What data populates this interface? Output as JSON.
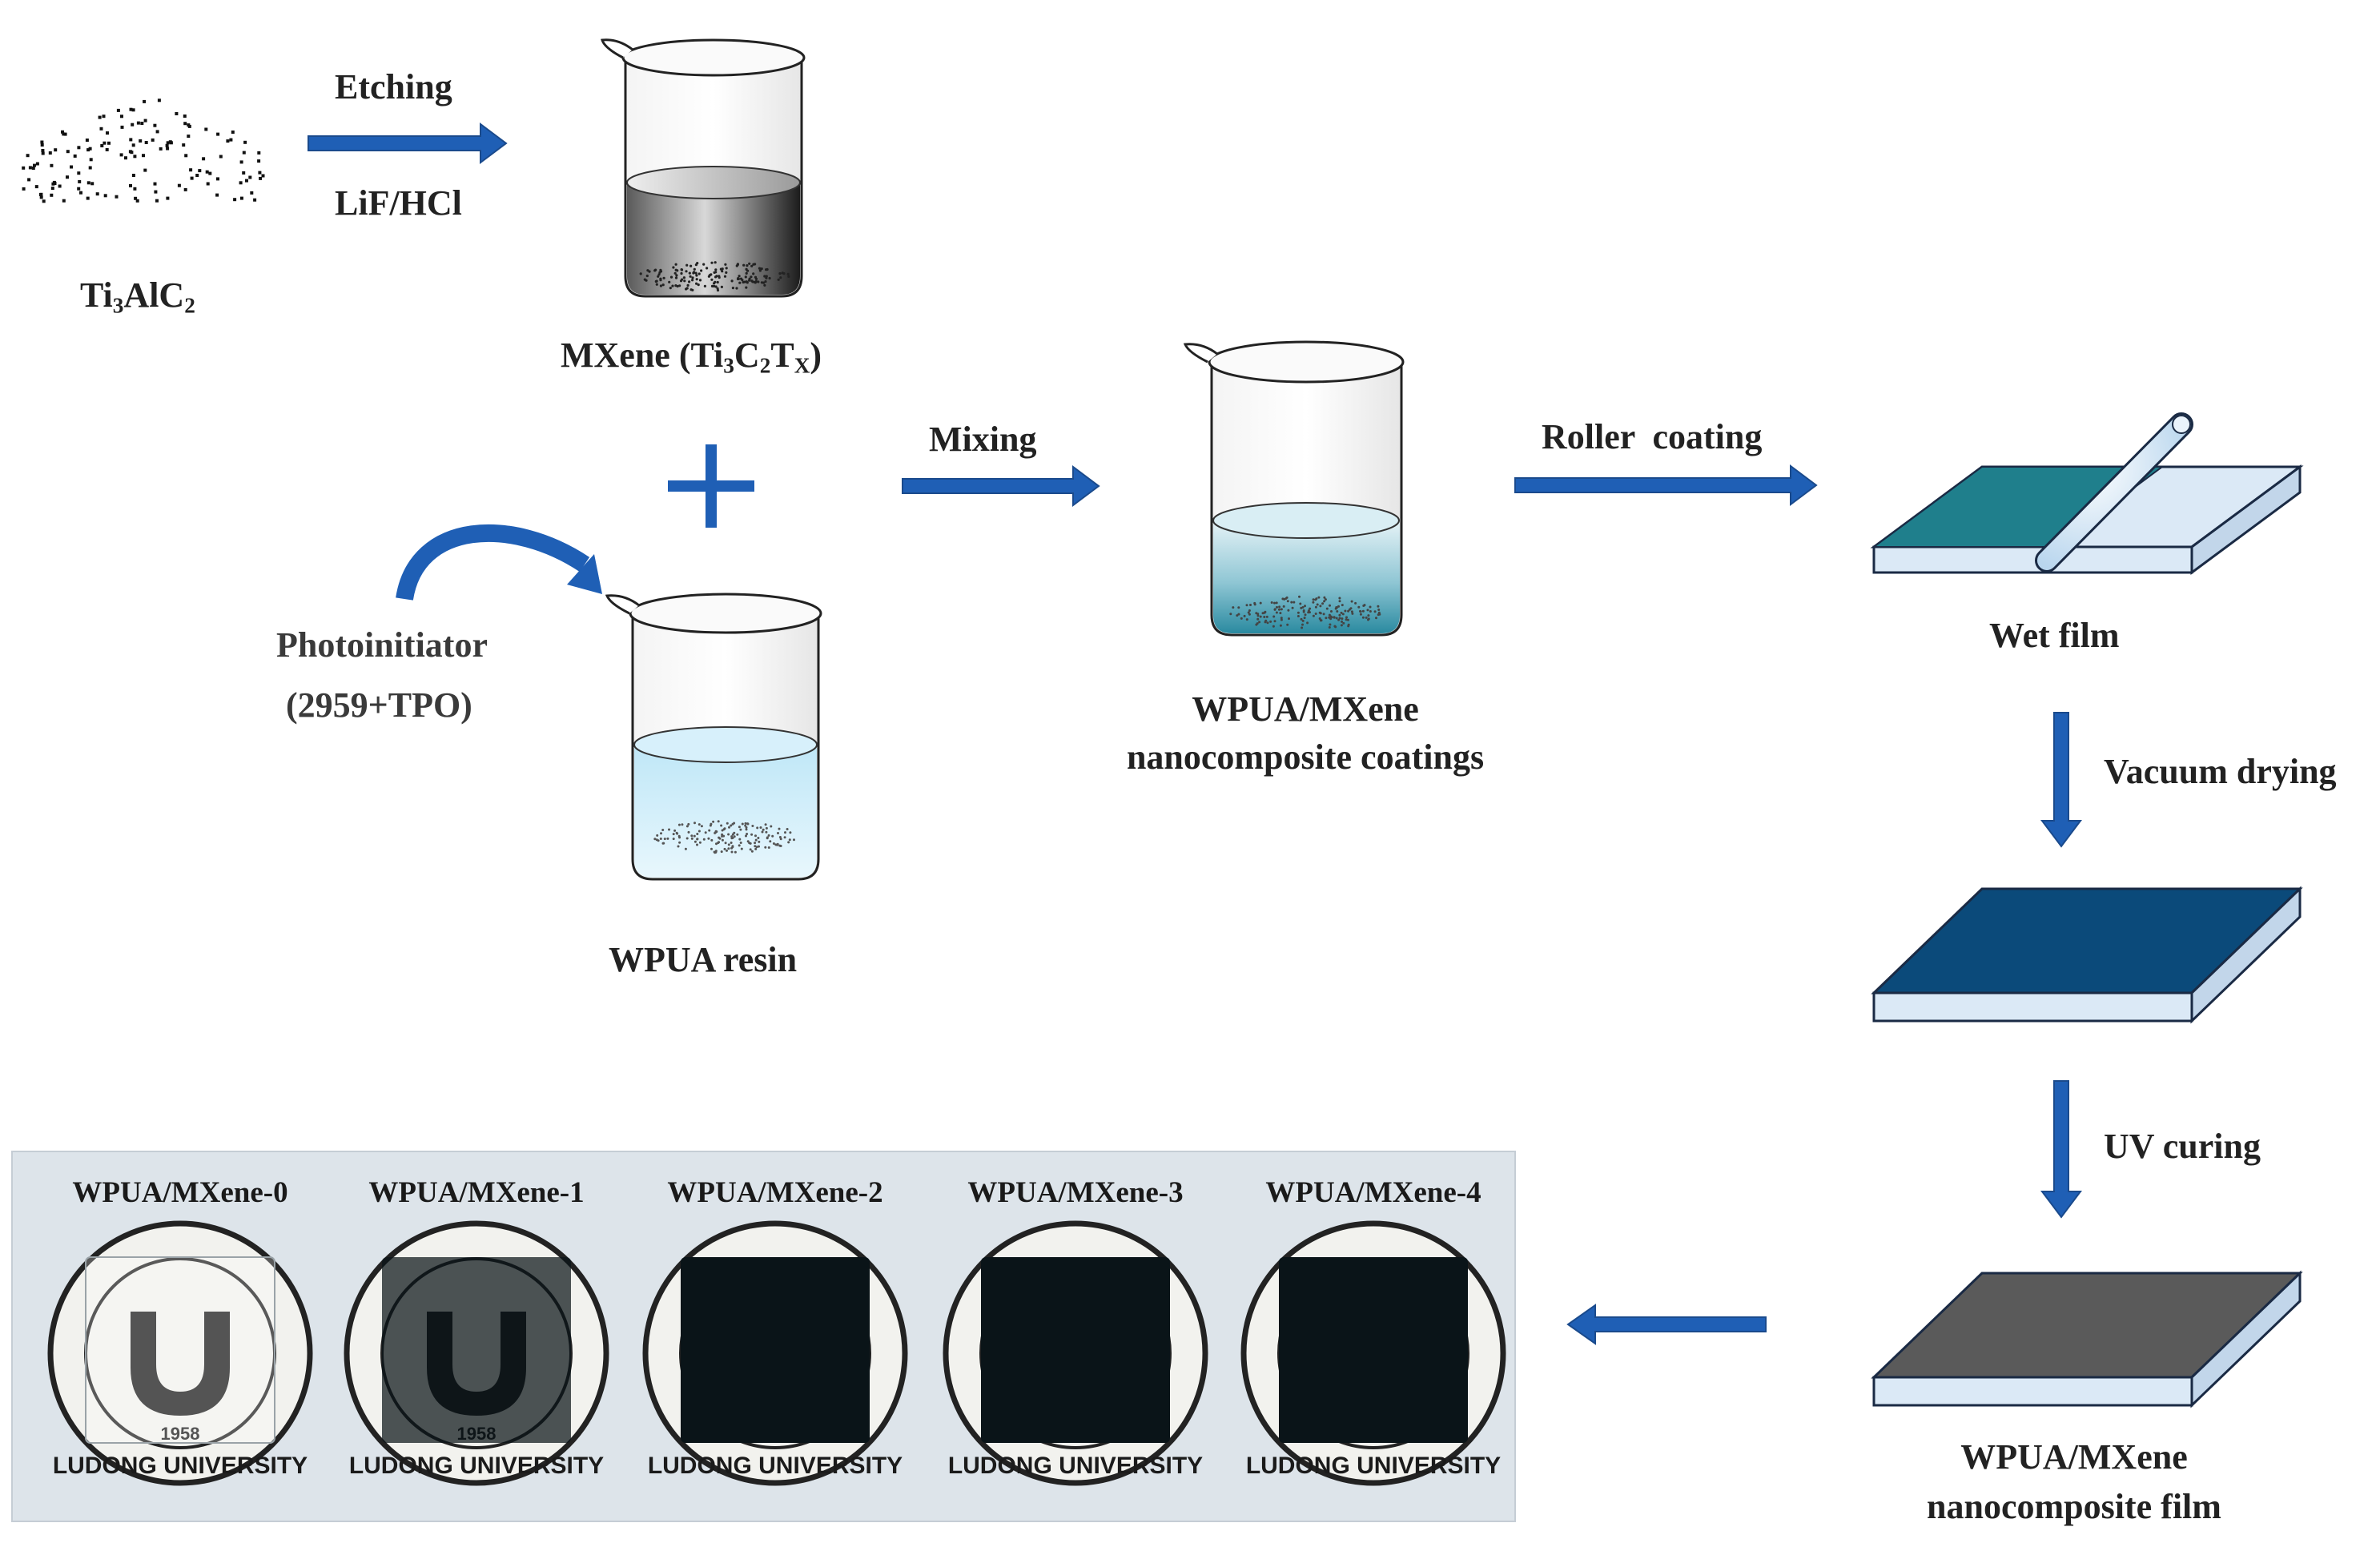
{
  "colors": {
    "arrow": "#1f5fb5",
    "arrow_edge": "#1a4a8c",
    "wet_film": "#1f7f8c",
    "dried_film": "#0b4a7a",
    "cured_film": "#5a5a5a",
    "substrate": "#dbe9f6",
    "photo_panel": "#dde4ea"
  },
  "labels": {
    "etching": "Etching",
    "lif_hcl": "LiF/HCl",
    "ti3alc2": {
      "main": "Ti",
      "s1": "3",
      "mid": "AlC",
      "s2": "2"
    },
    "mxene": {
      "prefix": "MXene (Ti",
      "s1": "3",
      "c": "C",
      "s2": "2",
      "t": "T",
      "s3": "X",
      "suffix": ")"
    },
    "photoinitiator": "Photoinitiator",
    "photoinitiator_formula": "(2959+TPO)",
    "wpua_resin": "WPUA resin",
    "mixing": "Mixing",
    "coatings_line1": "WPUA/MXene",
    "coatings_line2": "nanocomposite coatings",
    "roller_coating": "Roller  coating",
    "wet_film": "Wet film",
    "vacuum_drying": "Vacuum drying",
    "uv_curing": "UV curing",
    "film_line1": "WPUA/MXene",
    "film_line2": "nanocomposite film"
  },
  "photo": {
    "samples": [
      {
        "label": "WPUA/MXene-0",
        "opacity": 0.0
      },
      {
        "label": "WPUA/MXene-1",
        "opacity": 0.72
      },
      {
        "label": "WPUA/MXene-2",
        "opacity": 1.0
      },
      {
        "label": "WPUA/MXene-3",
        "opacity": 1.0
      },
      {
        "label": "WPUA/MXene-4",
        "opacity": 1.0
      }
    ],
    "logo_text": "LUDONG UNIVERSITY",
    "logo_year": "1958"
  }
}
